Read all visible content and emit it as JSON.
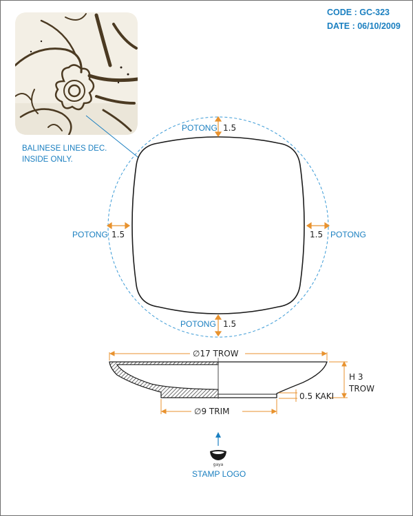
{
  "header": {
    "code_line": "CODE : GC-323",
    "date_line": "DATE : 06/10/2009"
  },
  "photo_note": {
    "line1": "BALINESE LINES DEC.",
    "line2": "INSIDE ONLY."
  },
  "top_view": {
    "top_label": "POTONG",
    "top_value": "1.5",
    "left_label": "POTONG",
    "left_value": "1.5",
    "right_label": "POTONG",
    "right_value": "1.5",
    "bottom_label": "POTONG",
    "bottom_value": "1.5"
  },
  "side_view": {
    "diameter_top": "∅17 TROW",
    "height_line1": "H 3",
    "height_line2": "TROW",
    "foot_height": "0.5 KAKI",
    "diameter_bottom": "∅9 TRIM"
  },
  "stamp": {
    "brand": "gaya",
    "label": "STAMP LOGO"
  },
  "colors": {
    "accent_blue": "#1a7fc0",
    "dimension_orange": "#e8922e",
    "outline": "#222222"
  }
}
